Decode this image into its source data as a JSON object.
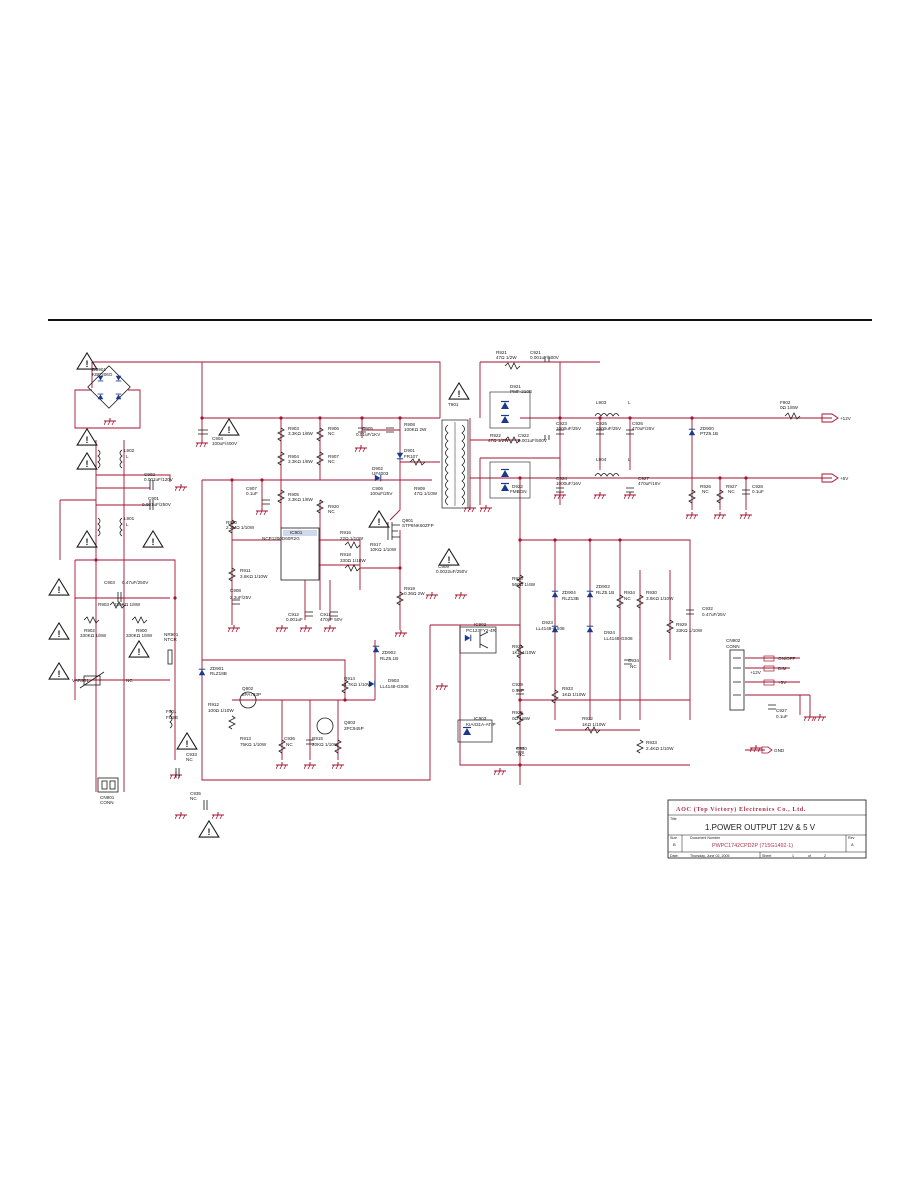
{
  "schematic": {
    "components": {
      "db901": {
        "ref": "DB901",
        "value": "KBP206G"
      },
      "l902": {
        "ref": "L902",
        "value": "L"
      },
      "l901": {
        "ref": "L901",
        "value": "L"
      },
      "c902": {
        "ref": "C902",
        "value": "0.001uF/120V"
      },
      "c901": {
        "ref": "C901",
        "value": "0.001uF/250V"
      },
      "c903": {
        "ref": "C903",
        "value": "0.47uF/250V"
      },
      "r903": {
        "ref": "R903",
        "value": "330KΩ 1/8W"
      },
      "r902": {
        "ref": "R902",
        "value": "330KΩ 1/8W"
      },
      "r900": {
        "ref": "R900",
        "value": "330KΩ 1/8W"
      },
      "nr901": {
        "ref": "NR901",
        "value": "NTCR"
      },
      "var901": {
        "ref": "VAR901",
        "value": "NC"
      },
      "f901": {
        "ref": "F901",
        "value": "FUSE"
      },
      "cn901": {
        "ref": "CN901",
        "value": "CONN"
      },
      "c904": {
        "ref": "C904",
        "value": "100uF/400V"
      },
      "r903b": {
        "ref": "R903",
        "value": "3.3KΩ 1/8W"
      },
      "r904": {
        "ref": "R904",
        "value": "3.3KΩ 1/8W"
      },
      "r905": {
        "ref": "R905",
        "value": "3.3KΩ 1/8W"
      },
      "r906": {
        "ref": "R906",
        "value": "NC"
      },
      "r907": {
        "ref": "R907",
        "value": "NC"
      },
      "r920": {
        "ref": "R920",
        "value": "NC"
      },
      "c905": {
        "ref": "C905",
        "value": "0.01uF/1KV"
      },
      "r908": {
        "ref": "R908",
        "value": "100KΩ 2W"
      },
      "d901": {
        "ref": "D901",
        "value": "FR107"
      },
      "d902": {
        "ref": "D902",
        "value": "UF4003"
      },
      "c906": {
        "ref": "C906",
        "value": "100uF/25V"
      },
      "r909": {
        "ref": "R909",
        "value": "47Ω 1/10W"
      },
      "c907": {
        "ref": "C907",
        "value": "0.1uF"
      },
      "r910": {
        "ref": "R910",
        "value": "2.2MΩ 1/10W"
      },
      "ic901": {
        "ref": "IC901",
        "value": "NCP1200D60R2G"
      },
      "r911": {
        "ref": "R911",
        "value": "3.6KΩ 1/10W"
      },
      "c908": {
        "ref": "C908",
        "value": "2.2uF/25V"
      },
      "c912": {
        "ref": "C912",
        "value": "0.001uF"
      },
      "c911": {
        "ref": "C911",
        "value": "470pF 50V"
      },
      "r916": {
        "ref": "R916",
        "value": "22Ω 1/10W"
      },
      "r917": {
        "ref": "R917",
        "value": "10KΩ 1/10W"
      },
      "r918": {
        "ref": "R918",
        "value": "330Ω 1/10W"
      },
      "q901": {
        "ref": "Q901",
        "value": "STP6NK60ZFP"
      },
      "r919": {
        "ref": "R919",
        "value": "0.36Ω 2W"
      },
      "c909": {
        "ref": "C909",
        "value": "0.0022uF/250V"
      },
      "t901": {
        "ref": "T901",
        "value": ""
      },
      "r921": {
        "ref": "R921",
        "value": "47Ω 1/2W"
      },
      "c921": {
        "ref": "C921",
        "value": "0.001uF/500V"
      },
      "d921": {
        "ref": "D921",
        "value": "PMF-210B"
      },
      "r922": {
        "ref": "R922",
        "value": "47Ω 1/2W"
      },
      "c922": {
        "ref": "C922",
        "value": "0.001uF/500V"
      },
      "d922": {
        "ref": "D922",
        "value": "FMBGN"
      },
      "c923": {
        "ref": "C923",
        "value": "1000uF/25V"
      },
      "c924": {
        "ref": "C924",
        "value": "1000uF/16V"
      },
      "l903": {
        "ref": "L903",
        "value": "L"
      },
      "l904": {
        "ref": "L904",
        "value": "L"
      },
      "c925": {
        "ref": "C925",
        "value": "1000uF/25V"
      },
      "c926": {
        "ref": "C926",
        "value": "470uF/25V"
      },
      "c927": {
        "ref": "C927",
        "value": "470uF/16V"
      },
      "f902": {
        "ref": "F902",
        "value": "0Ω 1/8W"
      },
      "zd900": {
        "ref": "ZD900",
        "value": "PTZ6.1B"
      },
      "r926": {
        "ref": "R926",
        "value": "NC"
      },
      "r927": {
        "ref": "R927",
        "value": "NC"
      },
      "c928": {
        "ref": "C928",
        "value": "0.1uF"
      },
      "zd901": {
        "ref": "ZD901",
        "value": "RLZ18B"
      },
      "q902": {
        "ref": "Q902",
        "value": "2PA733P"
      },
      "q903": {
        "ref": "Q903",
        "value": "2PC945P"
      },
      "r912": {
        "ref": "R912",
        "value": "100Ω 1/10W"
      },
      "r913": {
        "ref": "R913",
        "value": "75KΩ 1/10W"
      },
      "c936": {
        "ref": "C936",
        "value": "NC"
      },
      "r915": {
        "ref": "R915",
        "value": "20KΩ 1/10W"
      },
      "r914": {
        "ref": "R914",
        "value": "4.7KΩ 1/10W"
      },
      "d903": {
        "ref": "D903",
        "value": "LL4148-GS08"
      },
      "zd902": {
        "ref": "ZD902",
        "value": "RLZ6.1B"
      },
      "c933": {
        "ref": "C933",
        "value": "NC"
      },
      "c935": {
        "ref": "C935",
        "value": "NC"
      },
      "ic902": {
        "ref": "IC902",
        "value": "PC123FY2-4R"
      },
      "r923": {
        "ref": "R923",
        "value": "560Ω 1/4W"
      },
      "r931": {
        "ref": "R931",
        "value": "1KΩ 1/10W"
      },
      "c929": {
        "ref": "C929",
        "value": "0.1uF"
      },
      "r925": {
        "ref": "R925",
        "value": "0Ω 1/8W"
      },
      "ic903": {
        "ref": "IC903",
        "value": "KIA431A-AT/P"
      },
      "c930": {
        "ref": "C930",
        "value": "NC"
      },
      "zd904": {
        "ref": "ZD904",
        "value": "RLZ13B"
      },
      "zd903": {
        "ref": "ZD903",
        "value": "RLZ5.1B"
      },
      "d923": {
        "ref": "D923",
        "value": "LL4148-GS08"
      },
      "d924": {
        "ref": "D924",
        "value": "LL4148-GS08"
      },
      "r934": {
        "ref": "R934",
        "value": "NC"
      },
      "r930": {
        "ref": "R930",
        "value": "3.6KΩ 1/10W"
      },
      "r929": {
        "ref": "R929",
        "value": "33KΩ 1/10W"
      },
      "c932": {
        "ref": "C932",
        "value": "0.47uF/25V"
      },
      "c934": {
        "ref": "C934",
        "value": "NC"
      },
      "r933": {
        "ref": "R933",
        "value": "1KΩ 1/10W"
      },
      "r932": {
        "ref": "R932",
        "value": "1KΩ 1/10W"
      },
      "r933b": {
        "ref": "R933",
        "value": "2.4KΩ 1/10W"
      },
      "cn902": {
        "ref": "CN902",
        "value": "CONN"
      },
      "c927b": {
        "ref": "C927",
        "value": "0.1uF"
      }
    },
    "net_labels": {
      "plus12v": "+12V",
      "plus5v": "+5V",
      "onoff": "ON/OFF",
      "dim": "DIM",
      "plus12v_b": "+12V",
      "plus5v_b": "+5V",
      "gnd": "GND"
    },
    "warning_mark": "!"
  },
  "title_block": {
    "company": "AOC (Top Victory) Electronics Co., Ltd.",
    "title_label": "Title",
    "title": "1.POWER OUTPUT 12V & 5 V",
    "size_label": "Size",
    "size": "B",
    "docnum_label": "Document Number",
    "docnum": "PWPC1742CPD2P (715G1492-1)",
    "rev_label": "Rev",
    "rev": "A",
    "date_label": "Date:",
    "date": "Thursday, June 02, 2005",
    "sheet_label": "Sheet",
    "sheet": "1",
    "of_label": "of",
    "of": "2"
  },
  "colors": {
    "wire": "#a4122f",
    "ink": "#1a1a1a",
    "diode": "#1b3a8c",
    "title_text": "#b2334a",
    "rule": "#111111"
  }
}
